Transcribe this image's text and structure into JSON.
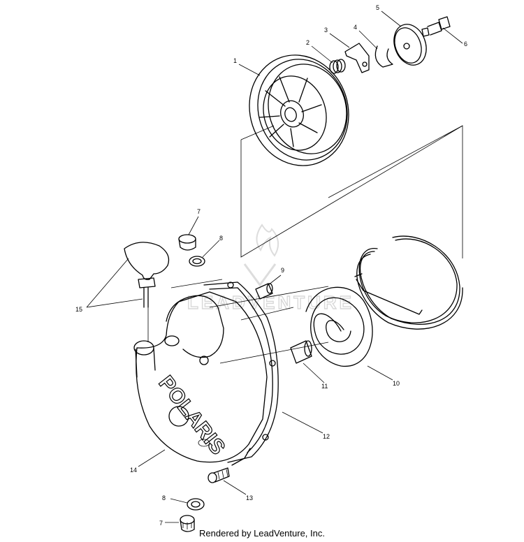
{
  "credit": "Rendered by LeadVenture, Inc.",
  "logo_text": "POLARIS",
  "watermark_text": "LEADVENTURE",
  "callouts": [
    "1",
    "2",
    "3",
    "4",
    "5",
    "6",
    "7",
    "8",
    "9",
    "10",
    "11",
    "12",
    "13",
    "14",
    "15",
    "7",
    "8"
  ]
}
